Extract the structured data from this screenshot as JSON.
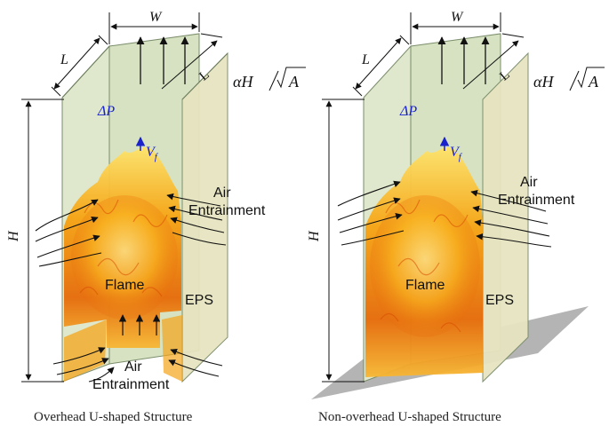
{
  "panels": [
    {
      "caption": "Overhead U-shaped Structure",
      "labels": {
        "width": "W",
        "length": "L",
        "length_side": "L",
        "height": "H",
        "opening_prefix": "αH",
        "opening_denominator": "A",
        "pressure": "ΔP",
        "velocity_base": "V",
        "velocity_sub": "f",
        "air_top": "Air",
        "entrainment_top": "Entrainment",
        "flame": "Flame",
        "material": "EPS",
        "air_bottom": "Air",
        "entrainment_bottom": "Entrainment"
      }
    },
    {
      "caption": "Non-overhead U-shaped Structure",
      "labels": {
        "width": "W",
        "length": "L",
        "length_side": "L",
        "height": "H",
        "opening_prefix": "αH",
        "opening_denominator": "A",
        "pressure": "ΔP",
        "velocity_base": "V",
        "velocity_sub": "f",
        "air_top": "Air",
        "entrainment_top": "Entrainment",
        "flame": "Flame",
        "material": "EPS"
      }
    }
  ],
  "colors": {
    "panel_fill": "#dfe7cc",
    "panel_side": "#e8e6c2",
    "flame_dark": "#e35a06",
    "flame_mid": "#f6a312",
    "flame_light": "#fde36a",
    "ground": "#b4b4b4",
    "blue_label": "#1a22cc",
    "arrow": "#111111"
  }
}
